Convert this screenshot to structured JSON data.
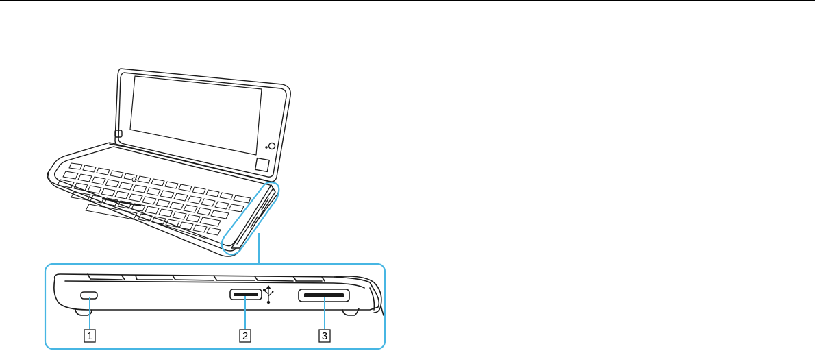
{
  "callouts": [
    {
      "label": "1",
      "part": "security-slot"
    },
    {
      "label": "2",
      "part": "usb-port"
    },
    {
      "label": "3",
      "part": "dc-in-port"
    }
  ],
  "colors": {
    "highlight": "#47b6e3",
    "line": "#1a1a1a",
    "background": "#ffffff",
    "rule": "#000000"
  },
  "icons": [
    "laptop-illustration",
    "usb-icon"
  ]
}
